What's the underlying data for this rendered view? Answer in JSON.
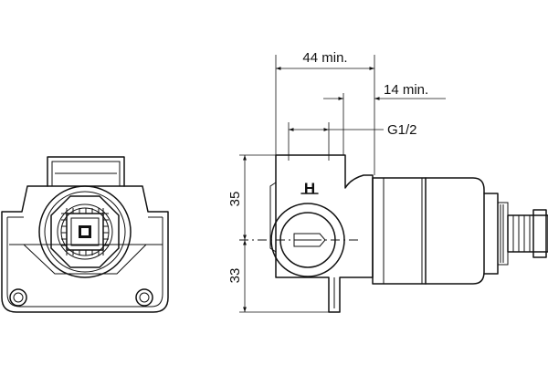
{
  "dimensions": {
    "width_44": "44 min.",
    "width_14": "14 min.",
    "thread": "G1/2",
    "height_35": "35",
    "height_33": "33"
  },
  "marks": {
    "body_letter": "H"
  }
}
